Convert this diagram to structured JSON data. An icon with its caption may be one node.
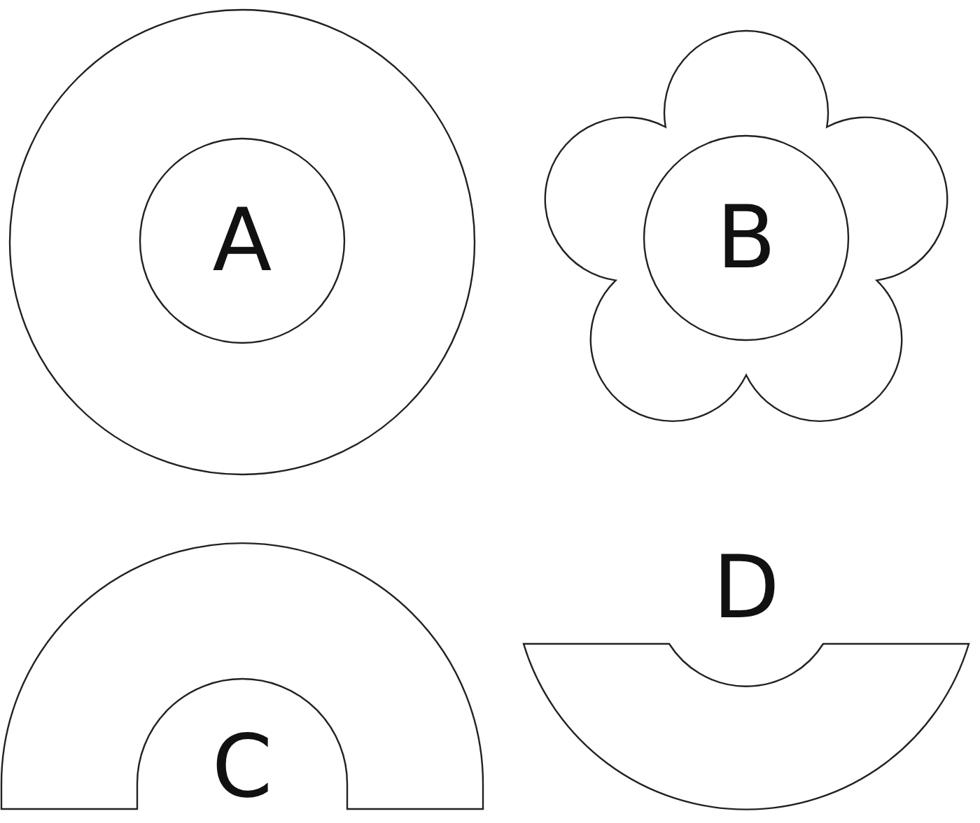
{
  "diagram": {
    "nodes": [
      {
        "text": [],
        "shape": "circle"
      },
      {
        "text": [
          "A"
        ],
        "in": 0
      },
      {
        "text": [],
        "shape": "flower"
      },
      {
        "text": [
          "B"
        ],
        "in": 2
      },
      {
        "text": [
          "C"
        ]
      },
      {
        "text": [
          "D"
        ]
      }
    ]
  }
}
